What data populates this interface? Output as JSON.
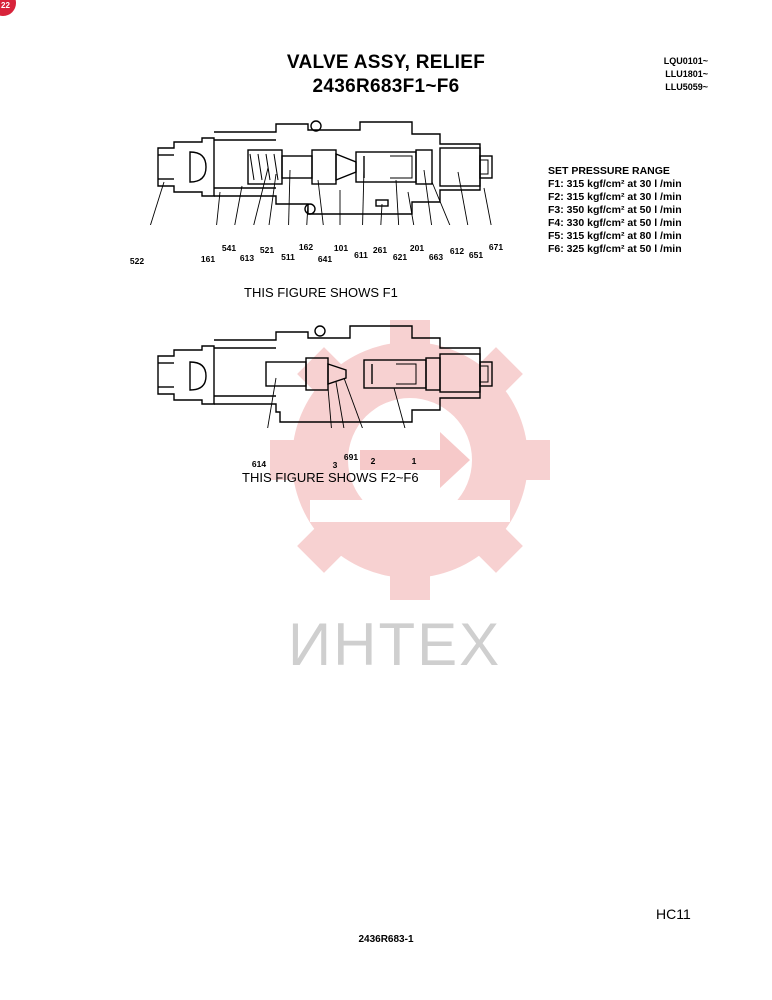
{
  "corner_badge": "22",
  "header": {
    "title_line1": "VALVE ASSY, RELIEF",
    "title_line2": "2436R683F1~F6",
    "serials": [
      "LQU0101~",
      "LLU1801~",
      "LLU5059~"
    ]
  },
  "pressure_range": {
    "heading": "SET PRESSURE RANGE",
    "lines": [
      "F1: 315 kgf/cm² at 30 l /min",
      "F2: 315 kgf/cm² at 30 l /min",
      "F3: 350 kgf/cm² at 50 l /min",
      "F4: 330 kgf/cm² at 50 l /min",
      "F5: 315 kgf/cm² at 80 l /min",
      "F6: 325 kgf/cm² at 50 l /min"
    ]
  },
  "figure1": {
    "caption": "THIS FIGURE SHOWS F1",
    "labels": [
      "522",
      "161",
      "541",
      "613",
      "521",
      "511",
      "162",
      "641",
      "101",
      "611",
      "261",
      "621",
      "201",
      "663",
      "612",
      "651",
      "671"
    ]
  },
  "figure2": {
    "caption": "THIS FIGURE SHOWS F2~F6",
    "labels": [
      "614",
      "3",
      "691",
      "2",
      "1"
    ]
  },
  "watermark": {
    "text": "ИНТЕХ",
    "color": "#e23a3a"
  },
  "footer": {
    "page_code": "HC11",
    "drawing_number": "2436R683-1"
  }
}
